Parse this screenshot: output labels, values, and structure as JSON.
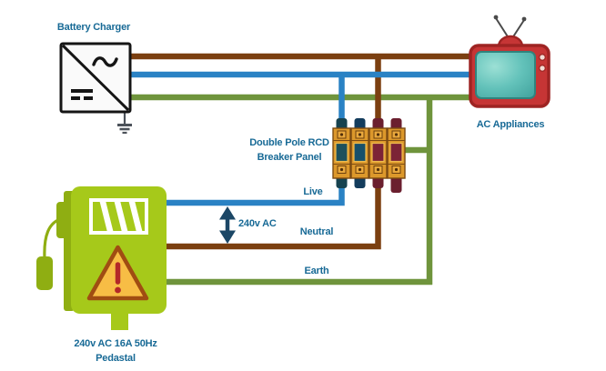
{
  "nodes": {
    "battery_charger": {
      "label": "Battery Charger"
    },
    "ac_appliances": {
      "label": "AC Appliances"
    },
    "breaker_panel": {
      "line1": "Double Pole RCD",
      "line2": "Breaker Panel"
    },
    "pedestal": {
      "line1": "240v AC 16A 50Hz",
      "line2": "Pedastal"
    }
  },
  "wires": {
    "live": {
      "label": "Live",
      "color": "#2a82c4"
    },
    "neutral": {
      "label": "Neutral",
      "color": "#7b3f10"
    },
    "earth": {
      "label": "Earth",
      "color": "#6f943c"
    }
  },
  "annotation": {
    "voltage": "240v AC"
  },
  "connections": [
    {
      "wire": "live",
      "path": [
        "pedestal",
        "breaker-module-1",
        "battery-charger",
        "ac-appliances"
      ]
    },
    {
      "wire": "neutral",
      "path": [
        "pedestal",
        "breaker-module-3",
        "battery-charger",
        "ac-appliances"
      ]
    },
    {
      "wire": "earth",
      "path": [
        "pedestal",
        "breaker-panel",
        "battery-charger",
        "ac-appliances"
      ]
    }
  ],
  "colors": {
    "live": "#2a82c4",
    "neutral": "#7b3f10",
    "earth": "#6f943c",
    "label": "#186a96",
    "arrow": "#1c4766",
    "pedestal": "#a6c91a",
    "pedestal_dark": "#8fae12",
    "tv_body": "#c63535",
    "tv_border": "#9e2423",
    "tv_screen": "#62c2b9",
    "breaker_body": "#dc982b",
    "breaker_outline": "#7b4a12",
    "warning_fill": "#f7bd45",
    "warning_border": "#a04d12"
  },
  "icons": {
    "battery_charger": "inverter-charger-icon",
    "ground": "earth-ground-icon",
    "ac_appliances": "tv-icon",
    "breaker_panel": "breaker-modules-icon",
    "pedestal": "power-pedestal-icon",
    "voltage_arrow": "double-headed-arrow-icon"
  }
}
